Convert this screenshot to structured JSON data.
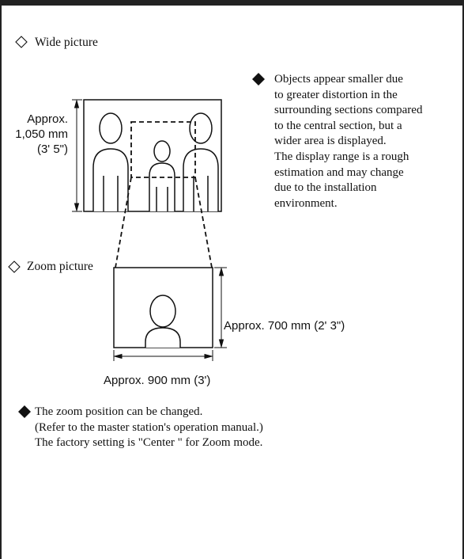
{
  "wide_section": {
    "title": "Wide picture",
    "dim_label_lines": [
      "Approx.",
      "1,050 mm",
      "(3' 5\")"
    ],
    "note_lines": [
      "Objects appear smaller due",
      "to greater distortion in the",
      "surrounding sections compared",
      "to the central section, but a",
      "wider area is displayed.",
      "The display range is a rough",
      "estimation and may change",
      "due to the installation",
      "environment."
    ]
  },
  "zoom_section": {
    "title": "Zoom picture",
    "height_label": "Approx. 700 mm (2' 3\")",
    "width_label": "Approx. 900 mm (3')",
    "note_lines": [
      "The zoom position can be changed.",
      "(Refer to the master station's operation manual.)",
      "The factory setting is \"Center \" for Zoom mode."
    ]
  },
  "icons": {
    "section_marker": "open-diamond-icon",
    "note_marker": "filled-diamond-icon"
  },
  "colors": {
    "ink": "#111111",
    "frame": "#222222"
  }
}
